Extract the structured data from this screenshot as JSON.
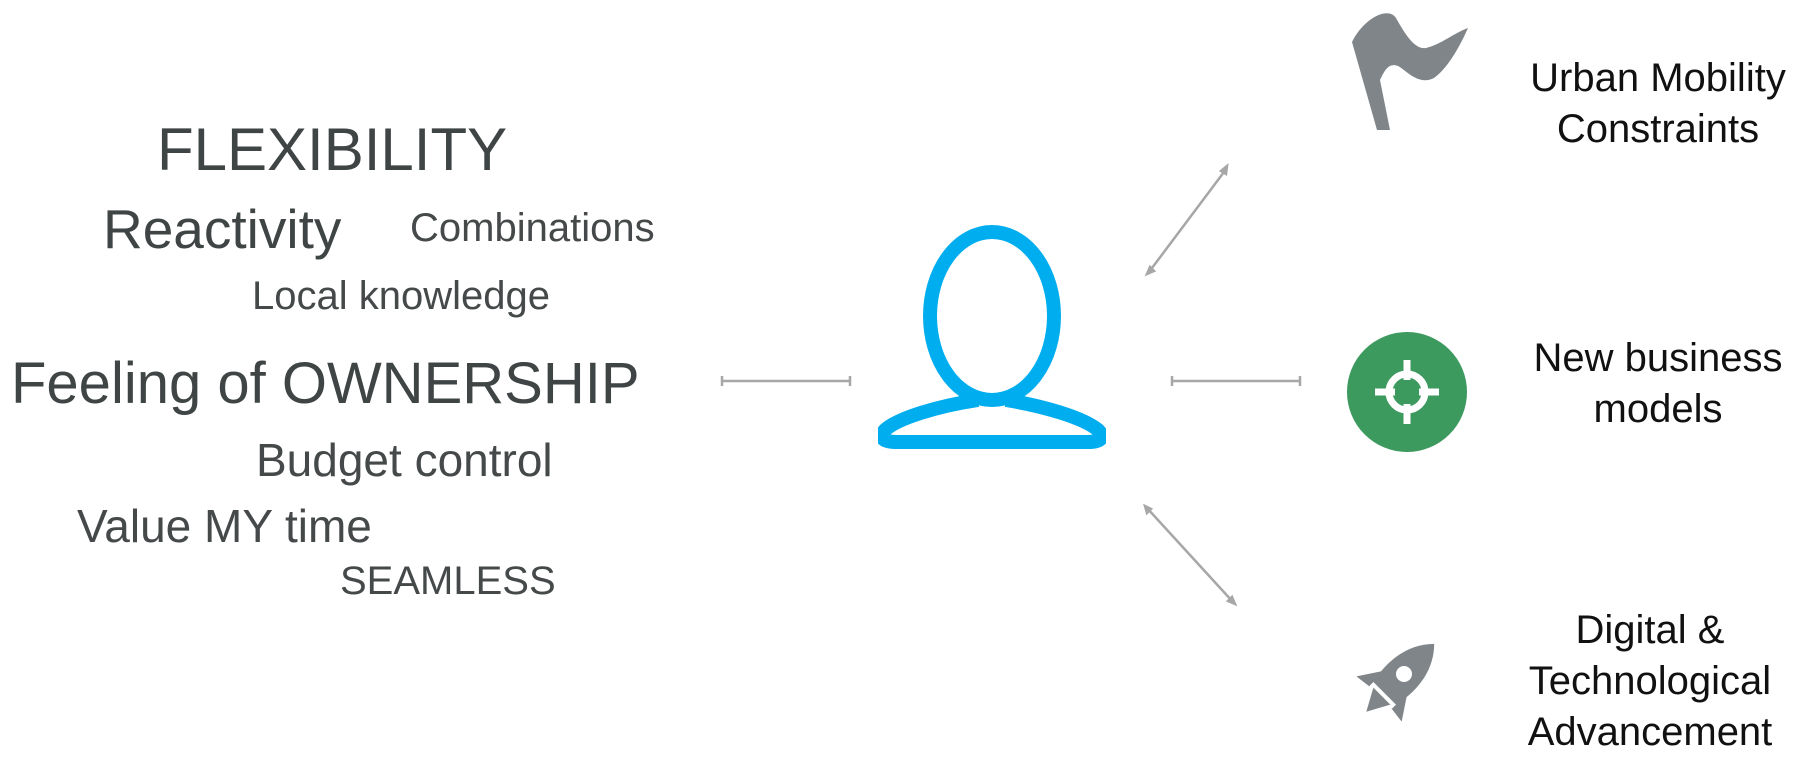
{
  "keywords": {
    "flexibility": "FLEXIBILITY",
    "reactivity": "Reactivity",
    "combinations": "Combinations",
    "local_knowledge": "Local knowledge",
    "ownership": "Feeling of OWNERSHIP",
    "budget_control": "Budget control",
    "value_time": "Value MY time",
    "seamless": "SEAMLESS"
  },
  "factors": [
    {
      "icon": "flag-icon",
      "label_line1": "Urban Mobility",
      "label_line2": "Constraints"
    },
    {
      "icon": "target-icon",
      "label_line1": "New business",
      "label_line2": "models"
    },
    {
      "icon": "rocket-icon",
      "label_line1": "Digital &",
      "label_line2": "Technological",
      "label_line3": "Advancement"
    }
  ],
  "colors": {
    "person": "#00aeef",
    "icon_gray": "#808589",
    "target_green": "#3d9a5e",
    "connector": "#a7a7a7"
  }
}
